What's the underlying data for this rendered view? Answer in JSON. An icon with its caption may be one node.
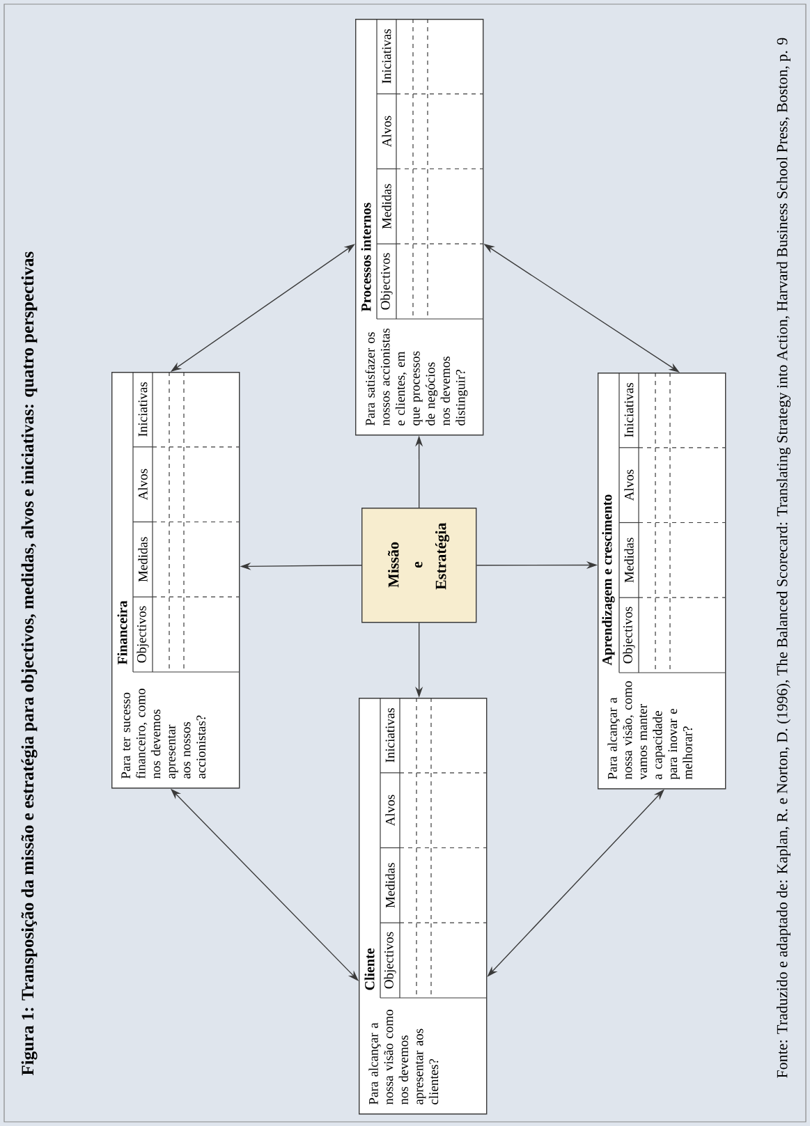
{
  "diagram": {
    "title": "Figura 1: Transposição da missão e estratégia para objectivos, medidas, alvos e iniciativas: quatro perspectivas",
    "caption": "Fonte: Traduzido e adaptado de: Kaplan, R. e Norton, D. (1996), The Balanced Scorecard: Translating Strategy into Action, Harvard Business School Press, Boston, p. 9",
    "nodes": [
      {
        "text": [
          "Financeira",
          "Para ter sucesso financeiro, como nos devemos apresentar aos nossos accionistas?",
          "Objectivos",
          "Medidas",
          "Alvos",
          "Iniciativas"
        ]
      },
      {
        "text": [
          "Cliente",
          "Para alcançar a nossa visão como nos devemos apresentar aos clientes?",
          "Objectivos",
          "Medidas",
          "Alvos",
          "Iniciativas"
        ]
      },
      {
        "text": [
          "Missão e Estratégia"
        ]
      },
      {
        "text": [
          "Processos internos",
          "Para satisfazer os nossos accionistas e clientes, em que processos de negócios nos devemos distinguir?",
          "Objectivos",
          "Medidas",
          "Alvos",
          "Iniciativas"
        ]
      },
      {
        "text": [
          "Aprendizagem e crescimento",
          "Para alcançar a nossa visão, como vamos manter a capacidade para inovar e melhorar?",
          "Objectivos",
          "Medidas",
          "Alvos",
          "Iniciativas"
        ]
      }
    ],
    "edges": [
      {
        "from": 2,
        "to": 0,
        "arrow": "to"
      },
      {
        "from": 2,
        "to": 3,
        "arrow": "to"
      },
      {
        "from": 2,
        "to": 1,
        "arrow": "to"
      },
      {
        "from": 2,
        "to": 4,
        "arrow": "to"
      },
      {
        "from": 0,
        "to": 3,
        "arrow": "both"
      },
      {
        "from": 0,
        "to": 1,
        "arrow": "both"
      },
      {
        "from": 3,
        "to": 4,
        "arrow": "both"
      },
      {
        "from": 1,
        "to": 4,
        "arrow": "both"
      }
    ]
  }
}
